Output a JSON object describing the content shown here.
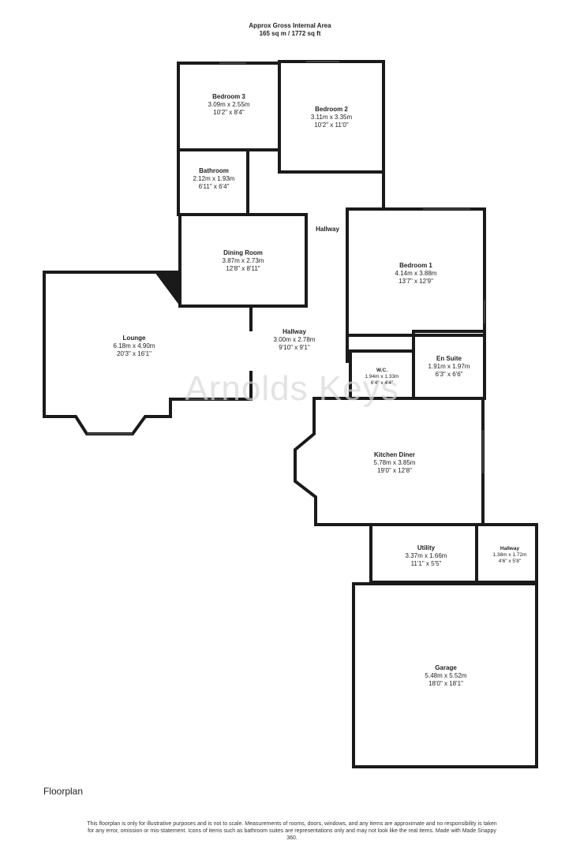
{
  "header": {
    "line1": "Approx Gross Internal Area",
    "line2": "165 sq m / 1772 sq ft"
  },
  "watermark": "Arnolds Keys",
  "floorplan_label": "Floorplan",
  "disclaimer": "This floorplan is only for illustrative purposes and is not to scale. Measurements of rooms, doors, windows, and any items are approximate and no responsibility is taken for any error, omission or mis-statement. Icons of items such as bathroom suites are representations only and may not look like the real items. Made with Made Snappy 360.",
  "rooms": {
    "bedroom3": {
      "name": "Bedroom 3",
      "metric": "3.09m x 2.55m",
      "imperial": "10'2\" x 8'4\""
    },
    "bedroom2": {
      "name": "Bedroom 2",
      "metric": "3.11m x 3.35m",
      "imperial": "10'2\" x 11'0\""
    },
    "bathroom": {
      "name": "Bathroom",
      "metric": "2.12m x 1.93m",
      "imperial": "6'11\" x 6'4\""
    },
    "hallway_upper": {
      "name": "Hallway"
    },
    "dining": {
      "name": "Dining Room",
      "metric": "3.87m x 2.73m",
      "imperial": "12'8\" x 8'11\""
    },
    "bedroom1": {
      "name": "Bedroom 1",
      "metric": "4.14m x 3.88m",
      "imperial": "13'7\" x 12'9\""
    },
    "lounge": {
      "name": "Lounge",
      "metric": "6.18m x 4.90m",
      "imperial": "20'3\" x 16'1\""
    },
    "hallway_main": {
      "name": "Hallway",
      "metric": "3.00m x 2.78m",
      "imperial": "9'10\" x 9'1\""
    },
    "ensuite": {
      "name": "En Suite",
      "metric": "1.91m x 1.97m",
      "imperial": "6'3\" x 6'6\""
    },
    "wc": {
      "name": "W.C.",
      "metric": "1.94m x 1.33m",
      "imperial": "6'4\" x 4'4\""
    },
    "kitchen": {
      "name": "Kitchen Diner",
      "metric": "5.78m x 3.85m",
      "imperial": "19'0\" x 12'8\""
    },
    "utility": {
      "name": "Utility",
      "metric": "3.37m x 1.66m",
      "imperial": "11'1\" x 5'5\""
    },
    "hallway_rear": {
      "name": "Hallway",
      "metric": "1.38m x 1.72m",
      "imperial": "4'6\" x 5'8\""
    },
    "garage": {
      "name": "Garage",
      "metric": "5.48m x 5.52m",
      "imperial": "18'0\" x 18'1\""
    }
  }
}
